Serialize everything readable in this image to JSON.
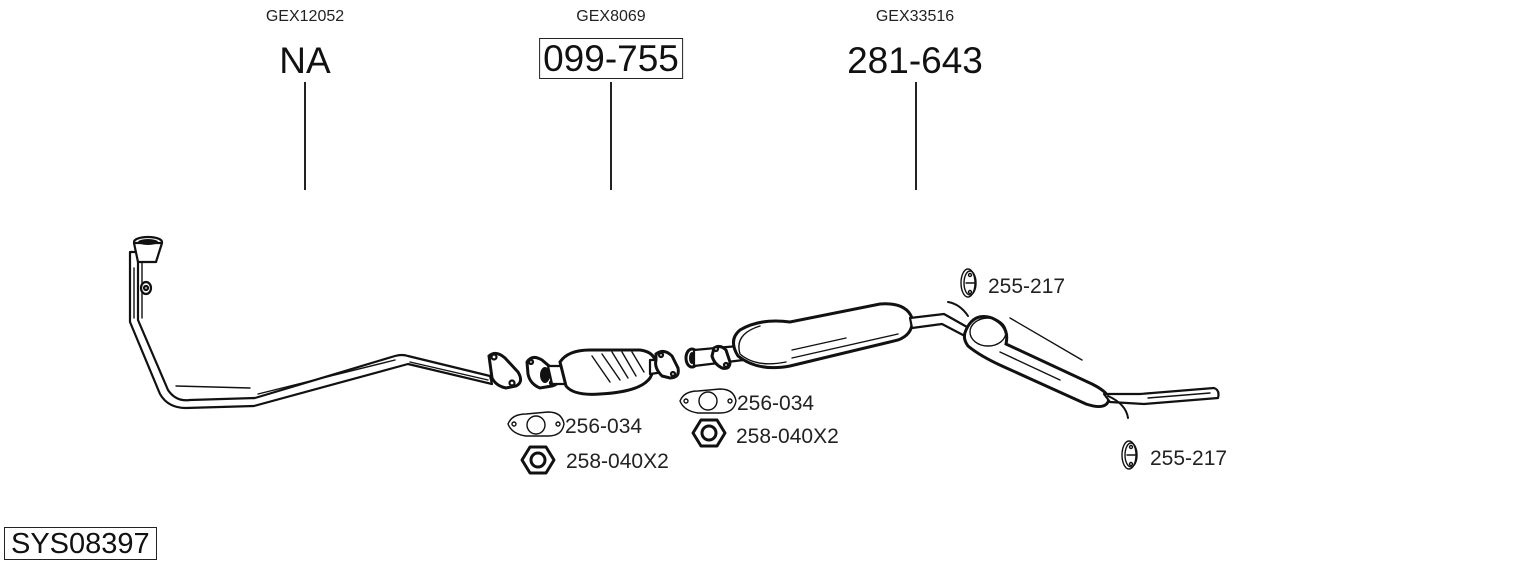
{
  "diagram": {
    "system_id": "SYS08397",
    "parts": [
      {
        "gex_code": "GEX12052",
        "part_number": "NA",
        "boxed": false,
        "name": "front pipe"
      },
      {
        "gex_code": "GEX8069",
        "part_number": "099-755",
        "boxed": true,
        "name": "catalytic converter"
      },
      {
        "gex_code": "GEX33516",
        "part_number": "281-643",
        "boxed": false,
        "name": "silencer assembly"
      }
    ],
    "accessories": [
      {
        "label": "256-034",
        "icon": "gasket-icon",
        "group": "front"
      },
      {
        "label": "258-040X2",
        "icon": "nut-icon",
        "group": "front"
      },
      {
        "label": "256-034",
        "icon": "gasket-icon",
        "group": "rear"
      },
      {
        "label": "258-040X2",
        "icon": "nut-icon",
        "group": "rear"
      },
      {
        "label": "255-217",
        "icon": "rubber-mount-icon",
        "group": "hanger-upper"
      },
      {
        "label": "255-217",
        "icon": "rubber-mount-icon",
        "group": "hanger-lower"
      }
    ]
  }
}
